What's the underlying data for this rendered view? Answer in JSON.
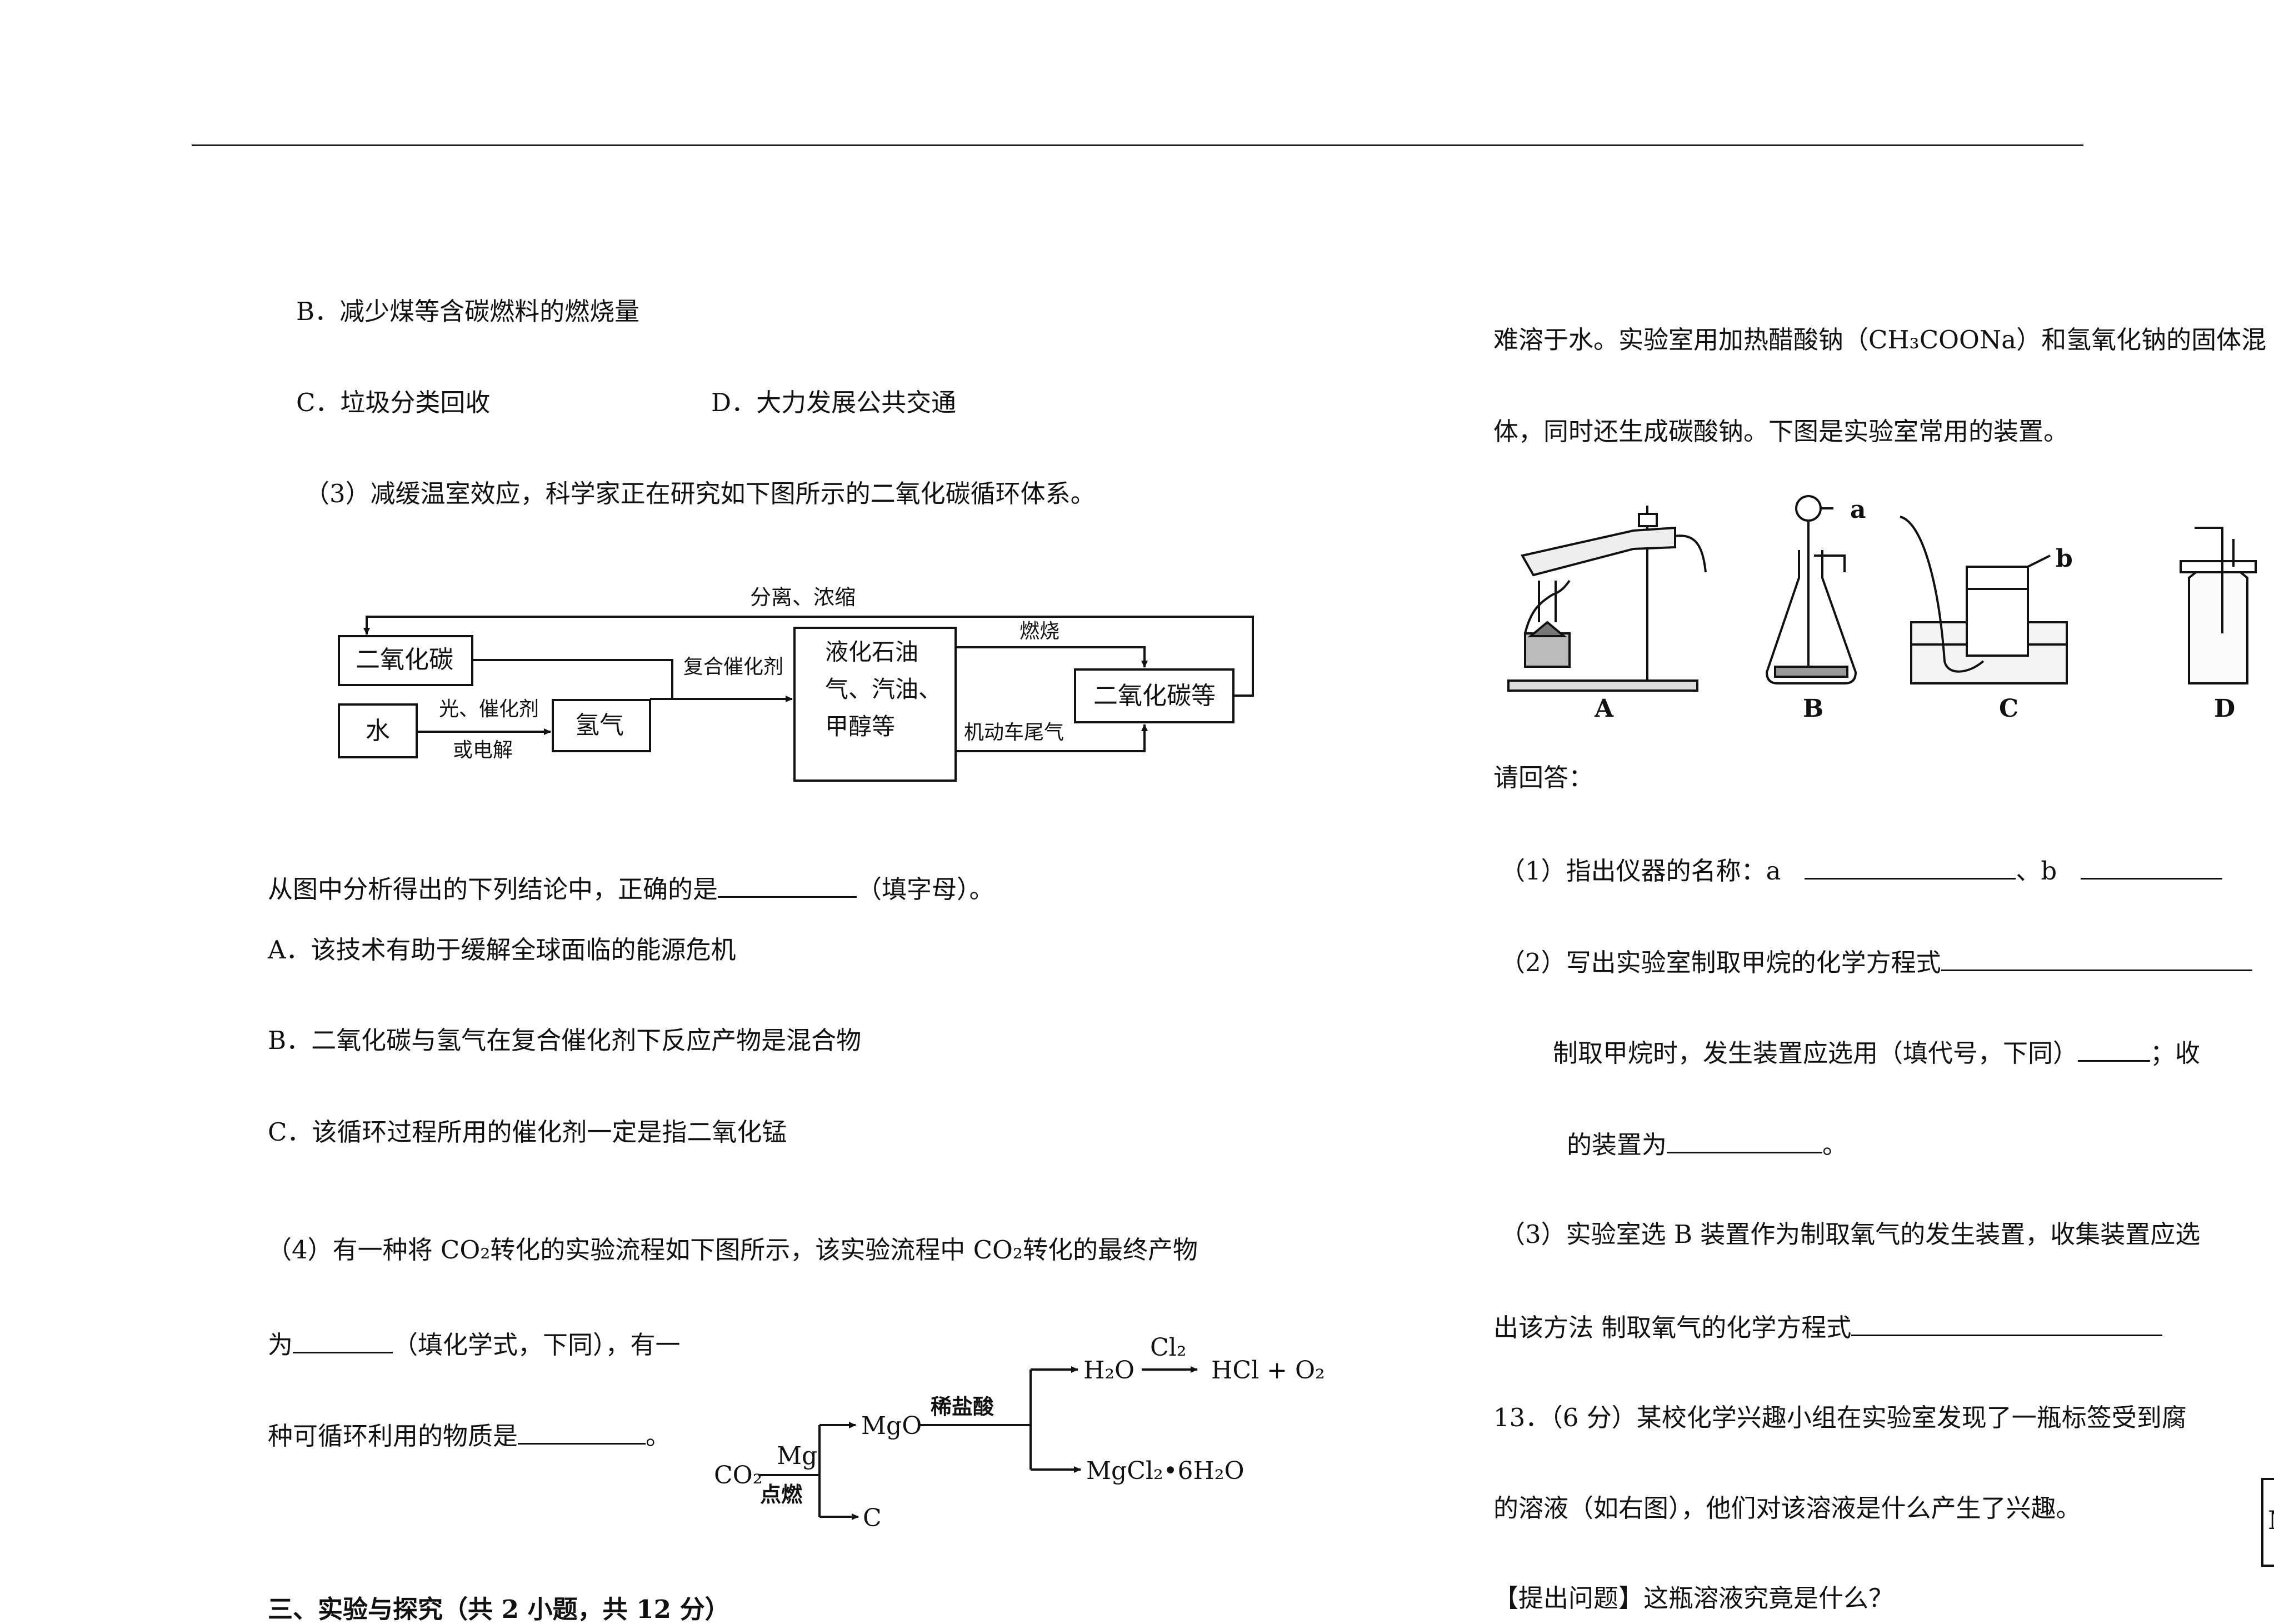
{
  "left": {
    "opt_b1": "B．减少煤等含碳燃料的燃烧量",
    "opt_c1": "C．垃圾分类回收",
    "opt_d1": "D．大力发展公共交通",
    "q3": "（3）减缓温室效应，科学家正在研究如下图所示的二氧化碳循环体系。",
    "flow1": {
      "top_label": "分离、浓缩",
      "co2": "二氧化碳",
      "water": "水",
      "light_cat": "光、催化剂",
      "or_electrolysis": "或电解",
      "hydrogen": "氢气",
      "composite_cat": "复合催化剂",
      "fuels_line1": "液化石油",
      "fuels_line2": "气、汽油、",
      "fuels_line3": "甲醇等",
      "burn": "燃烧",
      "exhaust": "机动车尾气",
      "co2_etc": "二氧化碳等"
    },
    "conclusion_pre": "从图中分析得出的下列结论中，正确的是",
    "conclusion_post": "（填字母）。",
    "ans_a": "A．该技术有助于缓解全球面临的能源危机",
    "ans_b": "B．二氧化碳与氢气在复合催化剂下反应产物是混合物",
    "ans_c": "C．该循环过程所用的催化剂一定是指二氧化锰",
    "q4": "（4）有一种将 CO₂转化的实验流程如下图所示，该实验流程中 CO₂转化的最终产物",
    "q4_l2_pre": "为",
    "q4_l2_post": "（填化学式，下同），有一",
    "q4_l3_pre": "种可循环利用的物质是",
    "q4_l3_post": "。",
    "flow2": {
      "co2": "CO₂",
      "mg": "Mg",
      "ignite": "点燃",
      "mgo": "MgO",
      "acid": "稀盐酸",
      "c": "C",
      "h2o": "H₂O",
      "cl2": "Cl₂",
      "hcl_o2": "HCl + O₂",
      "mgcl2": "MgCl₂•6H₂O"
    },
    "cut_heading": "三、实验与探究（共 2 小题，共 12 分）"
  },
  "right": {
    "intro1": "难溶于水。实验室用加热醋酸钠（CH₃COONa）和氢氧化钠的固体混",
    "intro2": "体，同时还生成碳酸钠。下图是实验室常用的装置。",
    "app_a": "A",
    "app_b": "B",
    "app_c": "C",
    "app_d": "D",
    "mark_a": "a",
    "mark_b": "b",
    "ask": "请回答：",
    "q1_pre": "（1）指出仪器的名称：a",
    "q1_mid": "、b",
    "q2": "（2）写出实验室制取甲烷的化学方程式",
    "q2_l2_pre": "制取甲烷时，发生装置应选用（填代号，下同）",
    "q2_l2_post": "；收",
    "q2_l3_pre": "的装置为",
    "q2_l3_post": "。",
    "q3": "（3）实验室选 B 装置作为制取氧气的发生装置，收集装置应选",
    "q3_l2": "出该方法   制取氧气的化学方程式",
    "q13": "13．（6 分）某校化学兴趣小组在实验室发现了一瓶标签受到腐",
    "q13_l2": "的溶液（如右图），他们对该溶液是什么产生了兴趣。",
    "q13_label_letter": "N",
    "q13_l3": "【提出问题】这瓶溶液究竟是什么？"
  }
}
